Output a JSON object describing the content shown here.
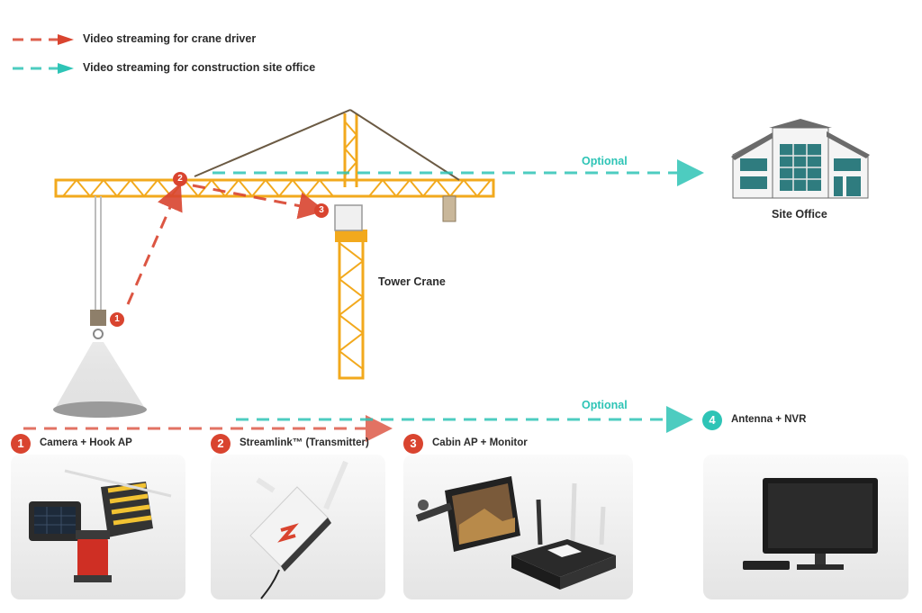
{
  "legend": [
    {
      "label": "Video streaming for crane driver",
      "color": "#d9442f"
    },
    {
      "label": "Video streaming for construction site office",
      "color": "#2ec4b6"
    }
  ],
  "colors": {
    "red": "#d9442f",
    "teal": "#2ec4b6",
    "crane_yellow": "#f2a91d"
  },
  "scene": {
    "optional_top": "Optional",
    "optional_bottom": "Optional",
    "site_office": "Site Office",
    "tower_crane": "Tower Crane",
    "badges": [
      "1",
      "2",
      "3"
    ]
  },
  "devices": [
    {
      "num": "1",
      "label": "Camera + Hook AP",
      "color": "red"
    },
    {
      "num": "2",
      "label": "Streamlink™ (Transmitter)",
      "color": "red"
    },
    {
      "num": "3",
      "label": "Cabin AP + Monitor",
      "color": "red"
    },
    {
      "num": "4",
      "label": "Antenna + NVR",
      "color": "teal"
    }
  ]
}
